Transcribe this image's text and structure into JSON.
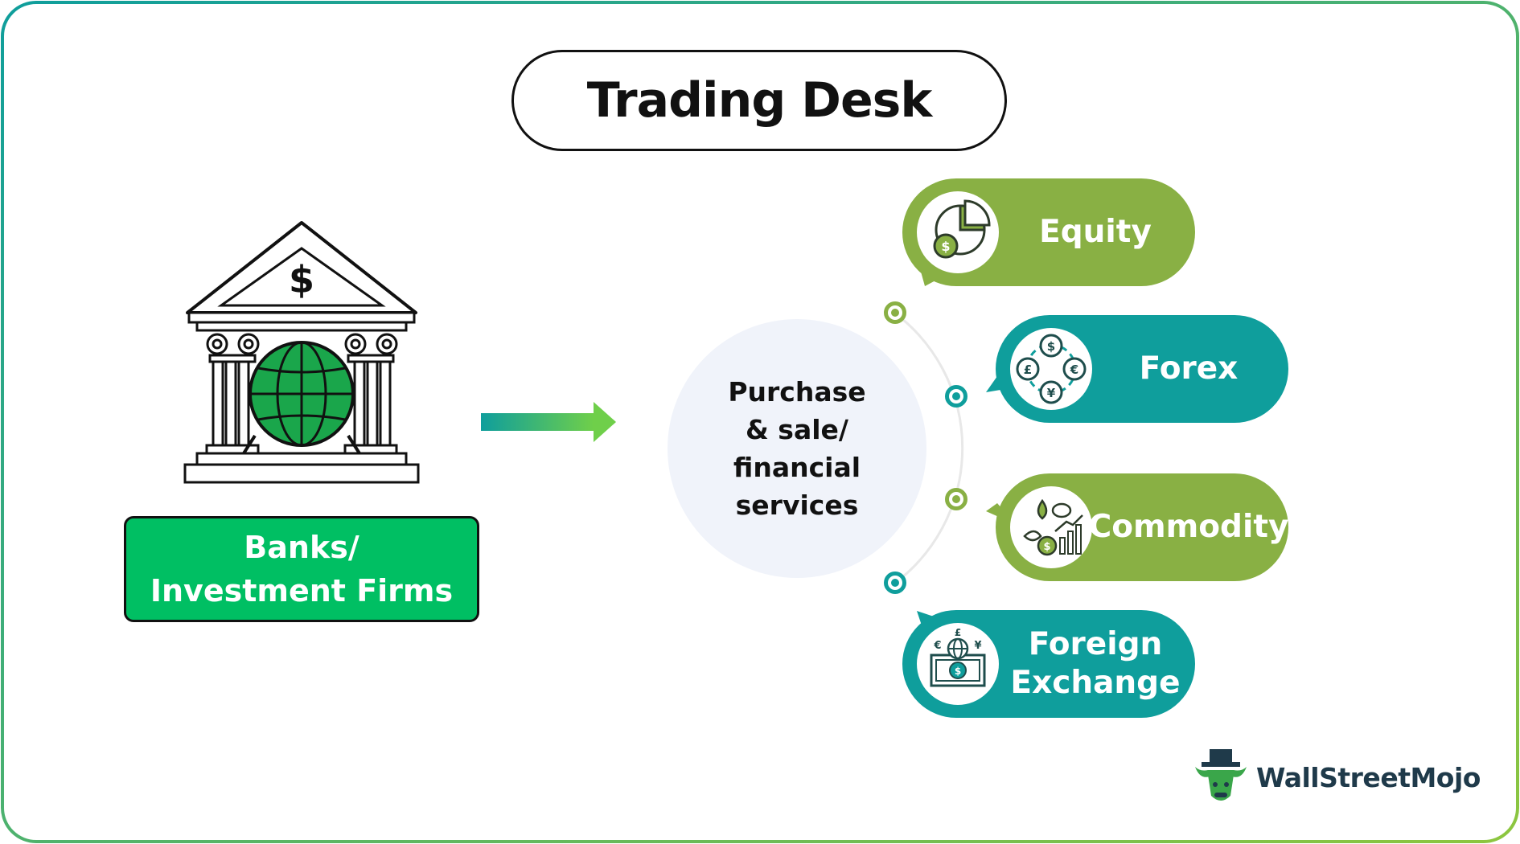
{
  "title": "Trading Desk",
  "source": {
    "label_line1": "Banks/",
    "label_line2": "Investment Firms",
    "icon": "bank-globe-icon"
  },
  "center": {
    "line1": "Purchase",
    "line2": "& sale/",
    "line3": "financial",
    "line4": "services"
  },
  "categories": [
    {
      "label": "Equity",
      "icon": "pie-chart-coin-icon",
      "color": "#89b044"
    },
    {
      "label": "Forex",
      "icon": "currency-exchange-icon",
      "color": "#0f9e9c"
    },
    {
      "label": "Commodity",
      "icon": "commodity-leaf-drop-icon",
      "color": "#89b044"
    },
    {
      "label_line1": "Foreign",
      "label_line2": "Exchange",
      "icon": "globe-banknote-icon",
      "color": "#0f9e9c"
    }
  ],
  "brand": {
    "name": "WallStreetMojo",
    "icon": "bull-hat-logo-icon"
  },
  "colors": {
    "frame_gradient_start": "#0f9e9c",
    "frame_gradient_end": "#8dc63f",
    "bank_label_bg": "#00bf63",
    "green": "#89b044",
    "teal": "#0f9e9c",
    "center_bg": "#f0f3fa"
  }
}
